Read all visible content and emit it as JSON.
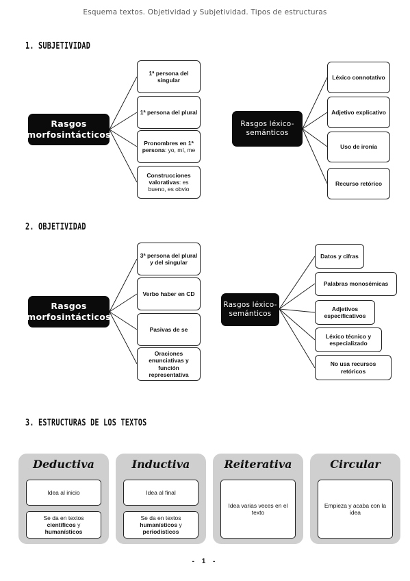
{
  "document": {
    "title": "Esquema textos. Objetividad y Subjetividad. Tipos de estructuras",
    "page_number": "- 1 -"
  },
  "section1": {
    "heading": "1. SUBJETIVIDAD",
    "morpho": {
      "label": "Rasgos\nmorfosintácticos",
      "items": [
        {
          "bold": "1ª persona del singular",
          "rest": ""
        },
        {
          "bold": "1ª persona del plural",
          "rest": ""
        },
        {
          "bold": "Pronombres en 1ª persona",
          "rest": ": yo, mí, me"
        },
        {
          "bold": "Construcciones valorativas",
          "rest": ": es bueno, es obvio"
        }
      ]
    },
    "lexico": {
      "label": "Rasgos léxico-\nsemánticos",
      "items": [
        {
          "bold": "Léxico connotativo",
          "rest": ""
        },
        {
          "bold": "Adjetivo explicativo",
          "rest": ""
        },
        {
          "bold": "Uso de ironía",
          "rest": ""
        },
        {
          "bold": "Recurso retórico",
          "rest": ""
        }
      ]
    }
  },
  "section2": {
    "heading": "2. OBJETIVIDAD",
    "morpho": {
      "label": "Rasgos\nmorfosintácticos",
      "items": [
        {
          "bold": "3ª persona del plural y del singular",
          "rest": ""
        },
        {
          "bold": "Verbo haber en CD",
          "rest": ""
        },
        {
          "bold": "Pasivas de se",
          "rest": ""
        },
        {
          "bold": "Oraciones enunciativas y función representativa",
          "rest": ""
        }
      ]
    },
    "lexico": {
      "label": "Rasgos léxico-\nsemánticos",
      "items": [
        {
          "bold": "Datos y cifras",
          "rest": ""
        },
        {
          "bold": "Palabras monosémicas",
          "rest": ""
        },
        {
          "bold": "Adjetivos especificativos",
          "rest": ""
        },
        {
          "bold": "Léxico técnico y especializado",
          "rest": ""
        },
        {
          "bold": "No usa recursos retóricos",
          "rest": ""
        }
      ]
    }
  },
  "section3": {
    "heading": "3. ESTRUCTURAS DE LOS TEXTOS",
    "cards": [
      {
        "title": "Deductiva",
        "idea": "Idea al inicio",
        "usage_prefix": "Se da en textos",
        "usage_bold1": "científicos",
        "usage_mid": " y",
        "usage_bold2": "humanísticos"
      },
      {
        "title": "Inductiva",
        "idea": "Idea al final",
        "usage_prefix": "Se da en textos",
        "usage_bold1": "humanísticos",
        "usage_mid": " y",
        "usage_bold2": "periodísticos"
      },
      {
        "title": "Reiterativa",
        "idea": "Idea varias veces en el texto"
      },
      {
        "title": "Circular",
        "idea": "Empieza y acaba con la idea"
      }
    ]
  }
}
